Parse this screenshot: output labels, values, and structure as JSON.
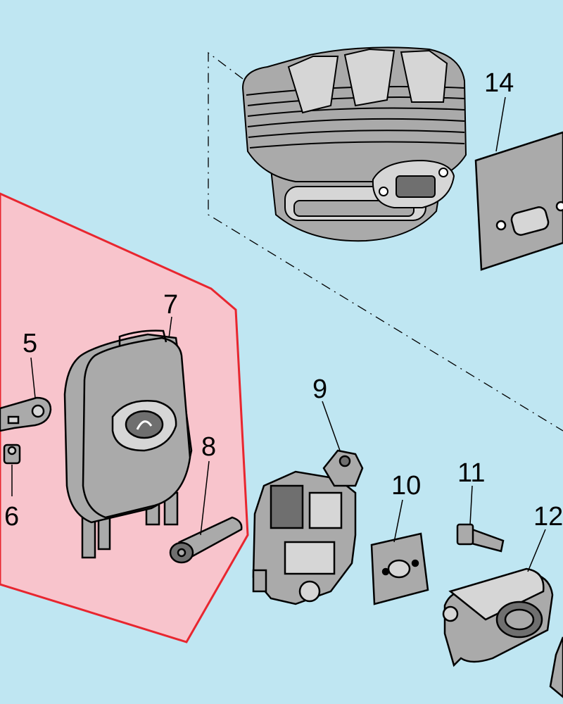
{
  "colors": {
    "background": "#bfe6f2",
    "highlight_fill": "#f8c4cc",
    "highlight_stroke": "#e8262f",
    "part_fill": "#aaaaaa",
    "part_light": "#d6d6d6",
    "part_dark": "#6f6f6f",
    "line": "#000000"
  },
  "highlighted_group": [
    "5",
    "6",
    "7",
    "8"
  ],
  "callouts": {
    "c5": "5",
    "c6": "6",
    "c7": "7",
    "c8": "8",
    "c9": "9",
    "c10": "10",
    "c11": "11",
    "c12": "12",
    "c14": "14"
  },
  "parts": [
    {
      "id": "cylinder",
      "icon": "cylinder-icon"
    },
    {
      "id": "14",
      "icon": "gasket-icon"
    },
    {
      "id": "7",
      "icon": "air-filter-cover-icon"
    },
    {
      "id": "5",
      "icon": "choke-lever-icon"
    },
    {
      "id": "6",
      "icon": "screw-icon"
    },
    {
      "id": "8",
      "icon": "bolt-icon"
    },
    {
      "id": "9",
      "icon": "carburetor-icon"
    },
    {
      "id": "10",
      "icon": "gasket-icon"
    },
    {
      "id": "11",
      "icon": "bolt-icon"
    },
    {
      "id": "12",
      "icon": "intake-manifold-icon"
    }
  ]
}
